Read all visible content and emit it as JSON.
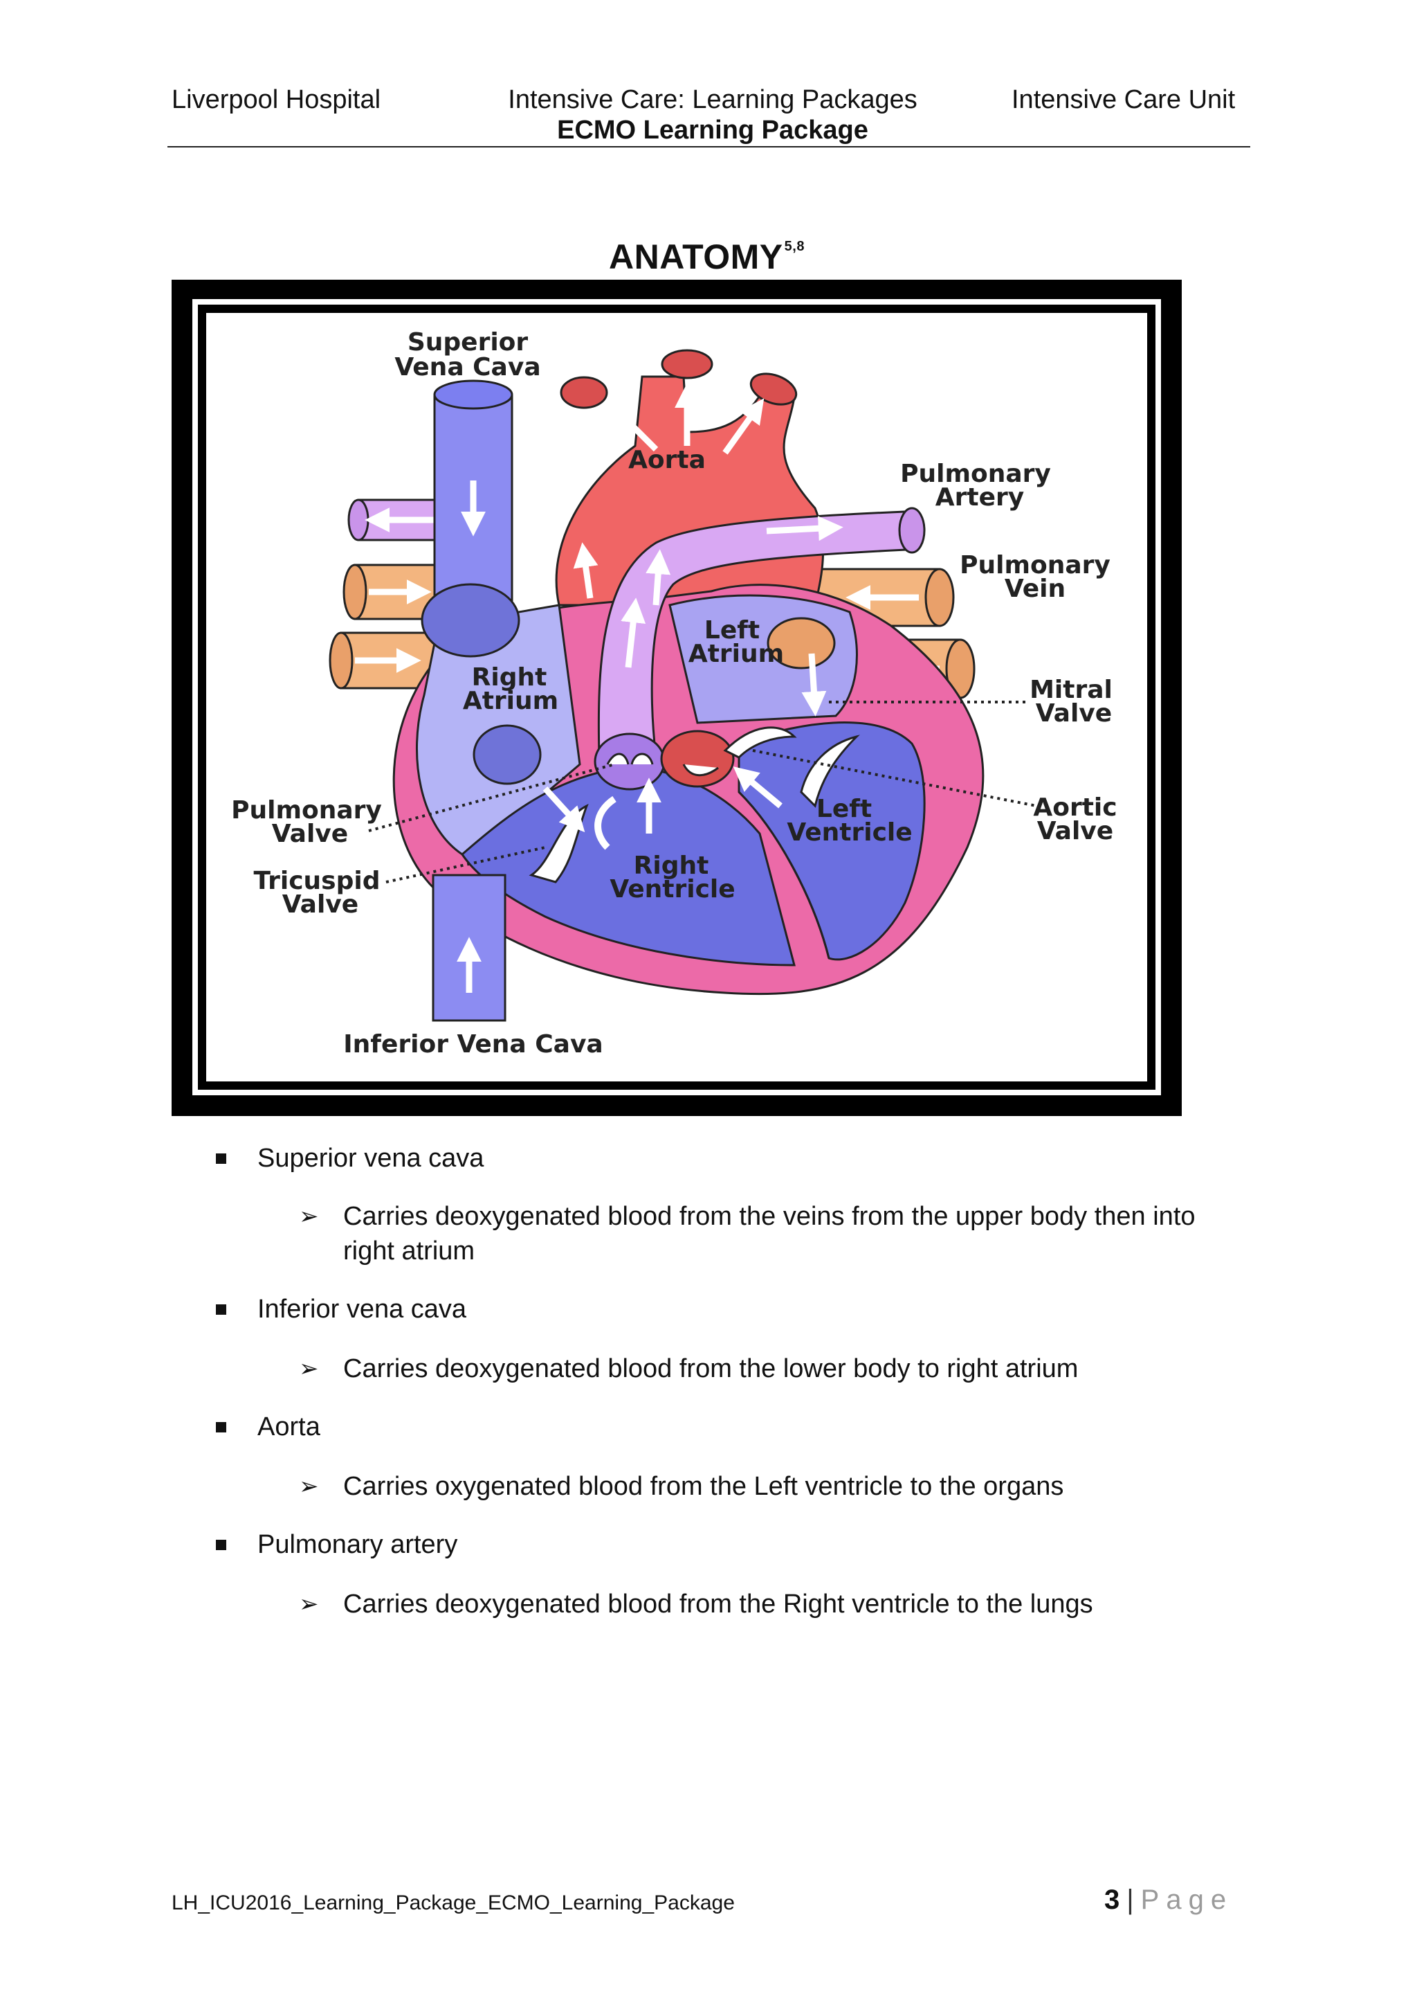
{
  "header": {
    "left": "Liverpool Hospital",
    "center_title": "Intensive Care: Learning Packages",
    "center_subtitle": "ECMO Learning Package",
    "right": "Intensive Care Unit"
  },
  "section": {
    "title": "ANATOMY",
    "reference": "5,8"
  },
  "diagram": {
    "labels": {
      "superior_vena_cava_1": "Superior",
      "superior_vena_cava_2": "Vena Cava",
      "aorta": "Aorta",
      "pulmonary_artery_1": "Pulmonary",
      "pulmonary_artery_2": "Artery",
      "pulmonary_vein_1": "Pulmonary",
      "pulmonary_vein_2": "Vein",
      "left_atrium_1": "Left",
      "left_atrium_2": "Atrium",
      "right_atrium_1": "Right",
      "right_atrium_2": "Atrium",
      "mitral_valve_1": "Mitral",
      "mitral_valve_2": "Valve",
      "pulmonary_valve_1": "Pulmonary",
      "pulmonary_valve_2": "Valve",
      "aortic_valve_1": "Aortic",
      "aortic_valve_2": "Valve",
      "left_ventricle_1": "Left",
      "left_ventricle_2": "Ventricle",
      "tricuspid_valve_1": "Tricuspid",
      "tricuspid_valve_2": "Valve",
      "right_ventricle_1": "Right",
      "right_ventricle_2": "Ventricle",
      "inferior_vena_cava": "Inferior Vena Cava"
    },
    "colors": {
      "deoxygenated": "#8c8cf2",
      "deoxygenated_dark": "#5b5fd6",
      "oxygenated": "#f06565",
      "pulmonary_artery": "#d7a3f2",
      "pulmonary_vein": "#f0b27a",
      "myocardium": "#ec6aa8"
    }
  },
  "bullets": [
    {
      "heading": "Superior vena cava",
      "detail_line1": "Carries deoxygenated blood from the veins from the upper body then into",
      "detail_line2": "right atrium"
    },
    {
      "heading": "Inferior vena cava",
      "detail_line1": "Carries deoxygenated blood from the lower body to right atrium"
    },
    {
      "heading": "Aorta",
      "detail_line1": "Carries oxygenated blood from the Left ventricle to the organs"
    },
    {
      "heading": "Pulmonary artery",
      "detail_line1": "Carries deoxygenated blood from the Right ventricle to the lungs"
    }
  ],
  "footer": {
    "doc_id": "LH_ICU2016_Learning_Package_ECMO_Learning_Package",
    "page_number": "3",
    "separator": "|",
    "page_word": "Page"
  }
}
